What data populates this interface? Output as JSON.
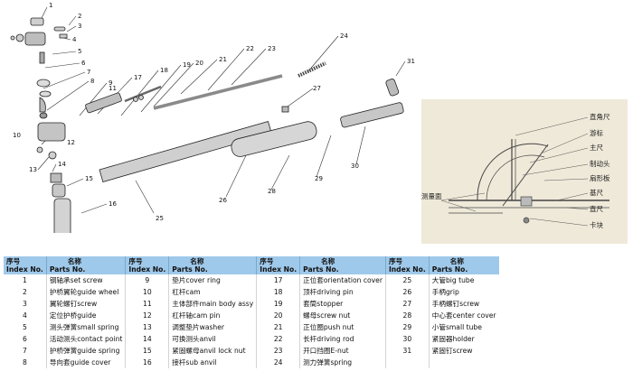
{
  "callouts": [
    "1",
    "2",
    "3",
    "4",
    "5",
    "6",
    "7",
    "8",
    "9",
    "10",
    "11",
    "12",
    "13",
    "14",
    "15",
    "16",
    "17",
    "18",
    "19",
    "20",
    "21",
    "22",
    "23",
    "24",
    "25",
    "26",
    "27",
    "28",
    "29",
    "30",
    "31"
  ],
  "photo_labels": {
    "right_angle_ruler": "直角尺",
    "vernier": "游标",
    "main_scale": "主尺",
    "brake_head": "制动头",
    "sector_plate": "扇形板",
    "base_ruler": "基尺",
    "straight_ruler": "直尺",
    "clamp_block": "卡块",
    "measuring_surface": "测量面"
  },
  "table": {
    "headers": [
      {
        "index_cn": "序号",
        "index_en": "Index No.",
        "name_cn": "名称",
        "name_en": "Parts No."
      },
      {
        "index_cn": "序号",
        "index_en": "Index No.",
        "name_cn": "名称",
        "name_en": "Parts No."
      },
      {
        "index_cn": "序号",
        "index_en": "Index No.",
        "name_cn": "名称",
        "name_en": "Parts No."
      },
      {
        "index_cn": "序号",
        "index_en": "Index No.",
        "name_cn": "名称",
        "name_en": "Parts No."
      }
    ],
    "rows": [
      [
        [
          "1",
          "钢轴承set screw"
        ],
        [
          "9",
          "垫片cover ring"
        ],
        [
          "17",
          "正位套orientation cover"
        ],
        [
          "25",
          "大管big tube"
        ]
      ],
      [
        [
          "2",
          "护桥翼轮guide wheel"
        ],
        [
          "10",
          "杠杆cam"
        ],
        [
          "18",
          "顶杆driving pin"
        ],
        [
          "26",
          "手柄grip"
        ]
      ],
      [
        [
          "3",
          "翼轮螺钉screw"
        ],
        [
          "11",
          "主体部件main body assy"
        ],
        [
          "19",
          "套筒stopper"
        ],
        [
          "27",
          "手柄螺钉screw"
        ]
      ],
      [
        [
          "4",
          "定位护桥guide"
        ],
        [
          "12",
          "杠杆轴cam pin"
        ],
        [
          "20",
          "螺母screw nut"
        ],
        [
          "28",
          "中心套center cover"
        ]
      ],
      [
        [
          "5",
          "测头弹簧small spring"
        ],
        [
          "13",
          "调整垫片washer"
        ],
        [
          "21",
          "正位圈push nut"
        ],
        [
          "29",
          "小管small tube"
        ]
      ],
      [
        [
          "6",
          "活动测头contact point"
        ],
        [
          "14",
          "可换测头anvil"
        ],
        [
          "22",
          "长杆driving rod"
        ],
        [
          "30",
          "紧固器holder"
        ]
      ],
      [
        [
          "7",
          "护桥弹簧guide spring"
        ],
        [
          "15",
          "紧固螺母anvil lock nut"
        ],
        [
          "23",
          "开口挡圈E-nut"
        ],
        [
          "31",
          "紧固钉screw"
        ]
      ],
      [
        [
          "8",
          "导向套guide cover"
        ],
        [
          "16",
          "接杆sub anvil"
        ],
        [
          "24",
          "测力弹簧spring"
        ],
        [
          "",
          ""
        ]
      ]
    ]
  }
}
